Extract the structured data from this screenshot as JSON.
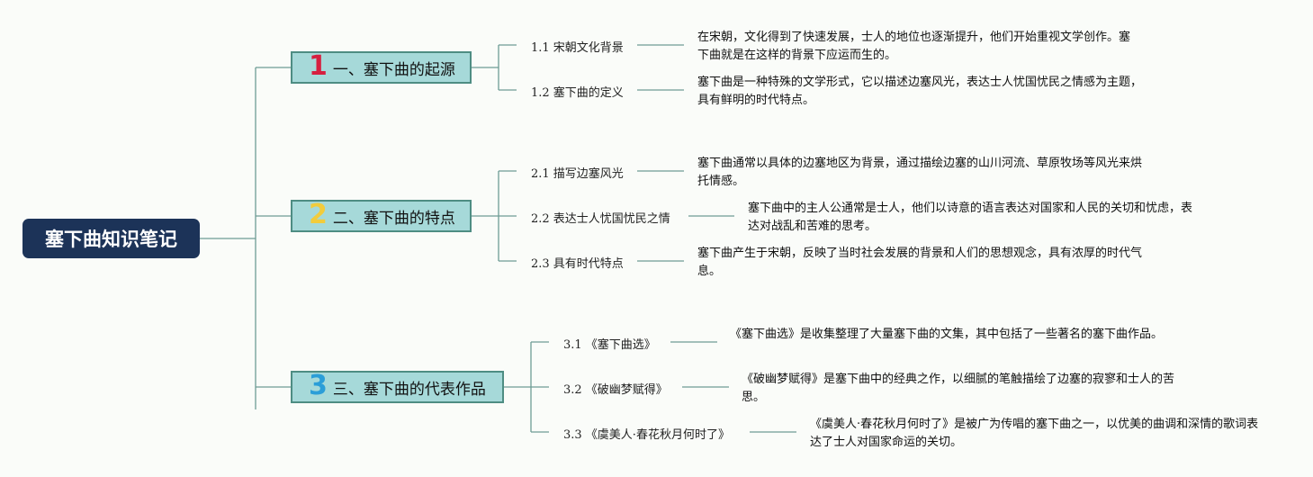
{
  "root": "塞下曲知识笔记",
  "sections": [
    {
      "num": "1",
      "title": "一、塞下曲的起源",
      "color": "#d61f3f",
      "items": [
        {
          "label": "1.1 宋朝文化背景",
          "desc": "在宋朝，文化得到了快速发展，士人的地位也逐渐提升，他们开始重视文学创作。塞下曲就是在这样的背景下应运而生的。"
        },
        {
          "label": "1.2 塞下曲的定义",
          "desc": "塞下曲是一种特殊的文学形式，它以描述边塞风光，表达士人忧国忧民之情感为主题，具有鲜明的时代特点。"
        }
      ]
    },
    {
      "num": "2",
      "title": "二、塞下曲的特点",
      "color": "#f2cc3c",
      "items": [
        {
          "label": "2.1 描写边塞风光",
          "desc": "塞下曲通常以具体的边塞地区为背景，通过描绘边塞的山川河流、草原牧场等风光来烘托情感。"
        },
        {
          "label": "2.2 表达士人忧国忧民之情",
          "desc": "塞下曲中的主人公通常是士人，他们以诗意的语言表达对国家和人民的关切和忧虑，表达对战乱和苦难的思考。"
        },
        {
          "label": "2.3 具有时代特点",
          "desc": "塞下曲产生于宋朝，反映了当时社会发展的背景和人们的思想观念，具有浓厚的时代气息。"
        }
      ]
    },
    {
      "num": "3",
      "title": "三、塞下曲的代表作品",
      "color": "#2b9ed8",
      "items": [
        {
          "label": "3.1 《塞下曲选》",
          "desc": "《塞下曲选》是收集整理了大量塞下曲的文集，其中包括了一些著名的塞下曲作品。"
        },
        {
          "label": "3.2 《破幽梦赋得》",
          "desc": "《破幽梦赋得》是塞下曲中的经典之作，以细腻的笔触描绘了边塞的寂寥和士人的苦思。"
        },
        {
          "label": "3.3 《虞美人·春花秋月何时了》",
          "desc": "《虞美人·春花秋月何时了》是被广为传唱的塞下曲之一，以优美的曲调和深情的歌词表达了士人对国家命运的关切。"
        }
      ]
    }
  ]
}
